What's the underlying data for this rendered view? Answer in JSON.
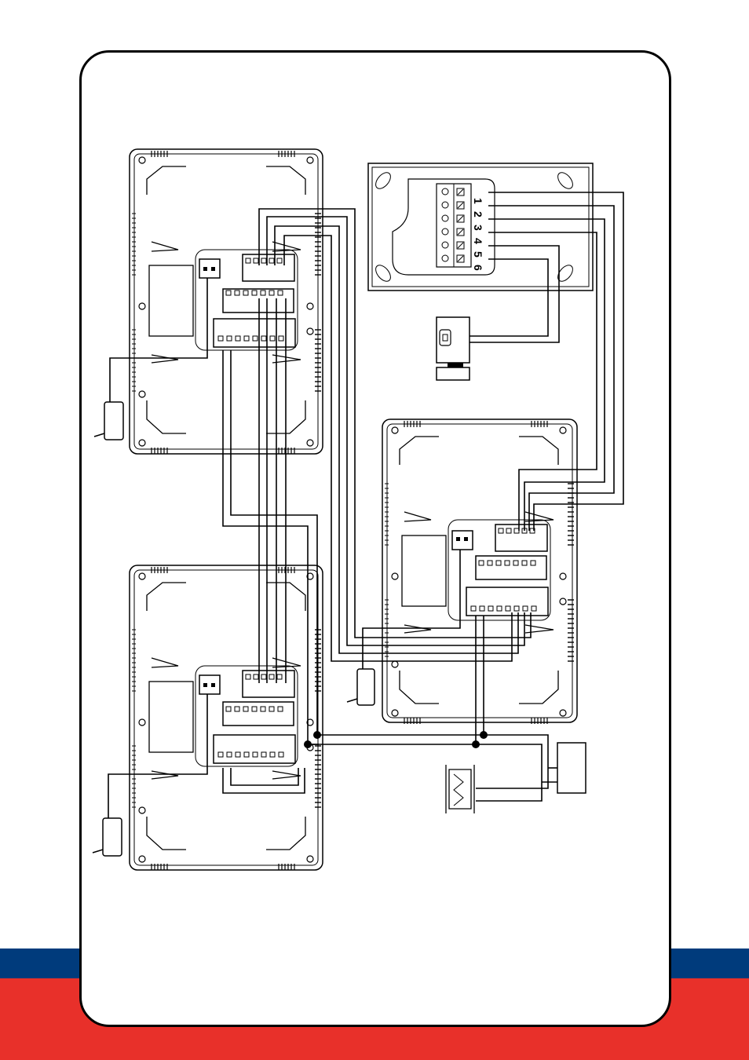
{
  "colors": {
    "band_blue": "#003b7c",
    "band_red": "#e8302a",
    "line": "#000000",
    "background": "#ffffff"
  },
  "outdoor_panel": {
    "terminal_labels": [
      "1",
      "2",
      "3",
      "4",
      "5",
      "6"
    ]
  }
}
